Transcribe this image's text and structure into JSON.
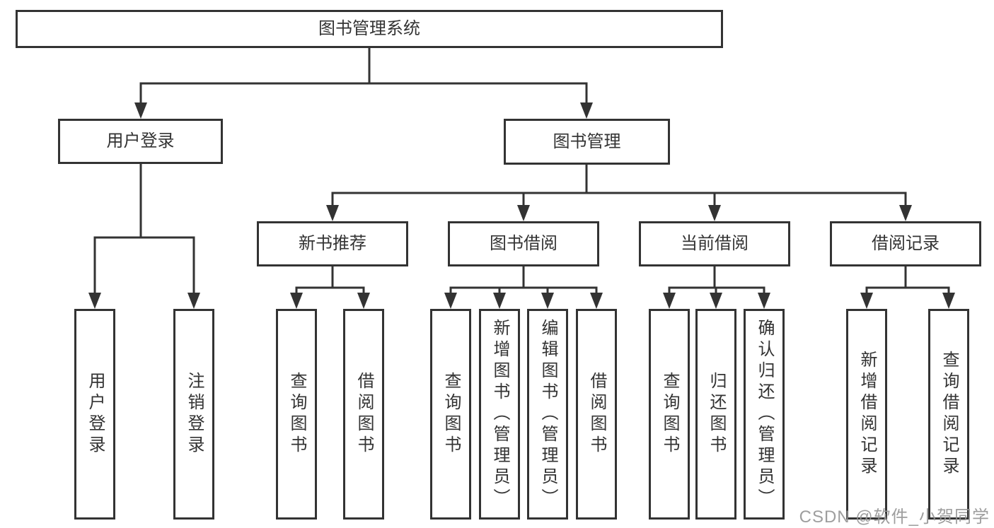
{
  "diagram": {
    "title": "图书管理系统",
    "tree": {
      "root": "图书管理系统",
      "branches": [
        {
          "label": "用户登录",
          "leaves": [
            "用户登录",
            "注销登录"
          ]
        },
        {
          "label": "图书管理",
          "groups": [
            {
              "label": "新书推荐",
              "leaves": [
                "查询图书",
                "借阅图书"
              ]
            },
            {
              "label": "图书借阅",
              "leaves": [
                "查询图书",
                "新增图书（管理员）",
                "编辑图书（管理员）",
                "借阅图书"
              ]
            },
            {
              "label": "当前借阅",
              "leaves": [
                "查询图书",
                "归还图书",
                "确认归还（管理员）"
              ]
            },
            {
              "label": "借阅记录",
              "leaves": [
                "新增借阅记录",
                "查询借阅记录"
              ]
            }
          ]
        }
      ]
    },
    "colors": {
      "line": "#333333",
      "box_border": "#333333",
      "text": "#333333",
      "background": "#ffffff",
      "watermark": "#949494"
    }
  },
  "watermark": {
    "text": "CSDN @软件_小贺同学"
  }
}
